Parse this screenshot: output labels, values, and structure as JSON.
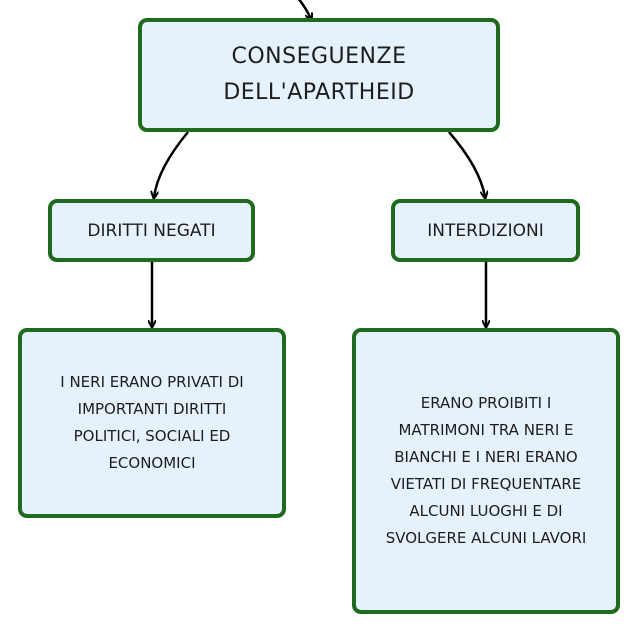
{
  "diagram": {
    "root": {
      "line1": "CONSEGUENZE",
      "line2": "DELL'APARTHEID"
    },
    "left": {
      "label": "DIRITTI NEGATI",
      "description_lines": [
        "I NERI ERANO PRIVATI DI",
        "IMPORTANTI DIRITTI",
        "POLITICI, SOCIALI ED",
        "ECONOMICI"
      ]
    },
    "right": {
      "label": "INTERDIZIONI",
      "description_lines": [
        "ERANO PROIBITI I",
        "MATRIMONI TRA NERI E",
        "BIANCHI E I NERI ERANO",
        "VIETATI DI FREQUENTARE",
        "ALCUNI LUOGHI E DI",
        "SVOLGERE ALCUNI LAVORI"
      ]
    }
  },
  "colors": {
    "node_fill": "#e6f2fb",
    "node_border": "#1e6b1e",
    "connector": "#000000",
    "text": "#1d1d1d"
  }
}
